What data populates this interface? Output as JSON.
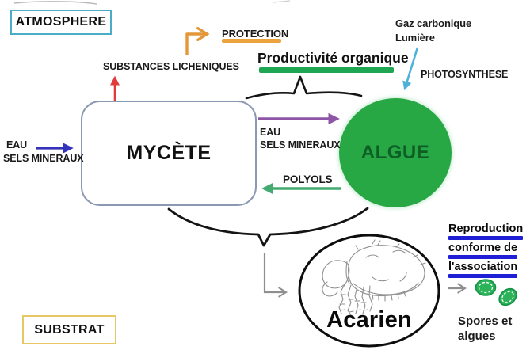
{
  "diagram": {
    "environment": {
      "atmosphere": "ATMOSPHERE",
      "substrat": "SUBSTRAT"
    },
    "organisms": {
      "mycete": "MYCÈTE",
      "algue": "ALGUE",
      "acarien": "Acarien"
    },
    "inputs_left": {
      "line1": "EAU",
      "line2": "SELS MINERAUX"
    },
    "outputs_top": {
      "substances": "SUBSTANCES LICHENIQUES",
      "protection": "PROTECTION"
    },
    "productivity_label": "Productivité organique",
    "photosynthesis": {
      "gaz": "Gaz carbonique",
      "lumiere": "Lumière",
      "label": "PHOTOSYNTHESE"
    },
    "exchanges": {
      "to_algue_line1": "EAU",
      "to_algue_line2": "SELS MINERAUX",
      "to_mycete": "POLYOLS"
    },
    "reproduction": {
      "line1": "Reproduction",
      "line2": "conforme de",
      "line3": "l'association",
      "spores_line1": "Spores et",
      "spores_line2": "algues"
    }
  },
  "colors": {
    "atmosphere_border": "#4bacc6",
    "substrat_border": "#e8c766",
    "mycete_border": "#8b99b3",
    "algue_fill": "#28a745",
    "algue_text": "#0d5f25",
    "input_arrow_blue": "#3533bb",
    "substances_arrow_red": "#e23b3b",
    "protection_arrow_orange": "#e49738",
    "protection_underline_orange": "#eda33d",
    "productivity_underline_green": "#1fa653",
    "photosynthese_arrow_cyan": "#4fb1da",
    "exchange_arrow_purple": "#8e55a6",
    "polyols_arrow_green": "#44aa71",
    "reproduction_underline_blue": "#1f1fd6",
    "gray_arrow": "#8f8f8f",
    "spore_fill": "#2cb258",
    "brace_black": "#141414"
  }
}
